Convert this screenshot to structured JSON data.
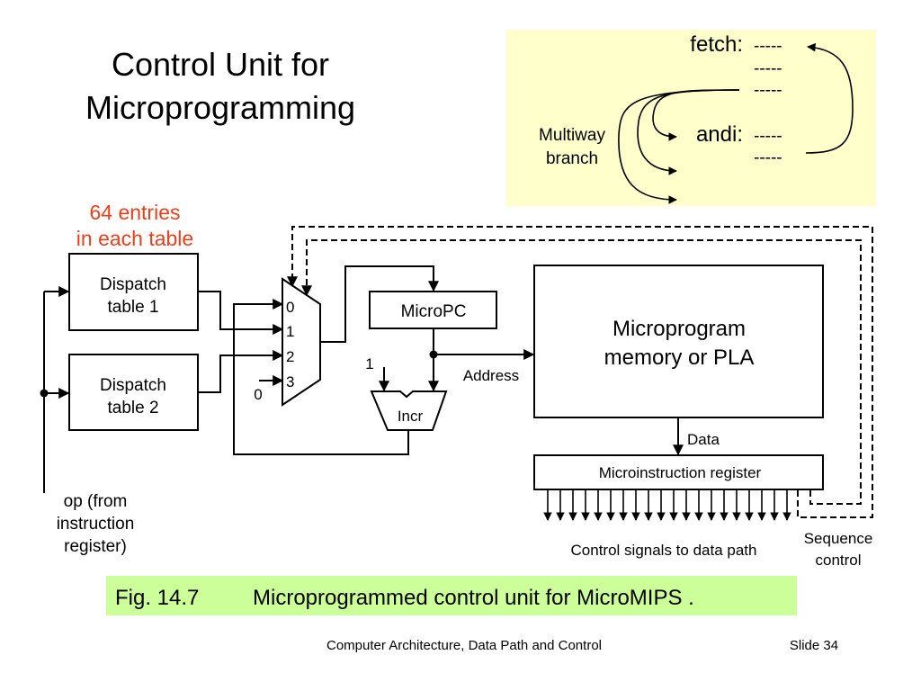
{
  "slide": {
    "title_line1": "Control Unit for",
    "title_line2": "Microprogramming",
    "colors": {
      "note_bg": "#ffffcc",
      "caption_bg": "#ccff99",
      "annotation_red": "#e8401c"
    }
  },
  "inset": {
    "fetch_label": "fetch:",
    "andi_label": "andi:",
    "dashes": [
      "-----",
      "-----",
      "-----",
      "-----",
      "-----"
    ],
    "multiway_line1": "Multiway",
    "multiway_line2": "branch"
  },
  "diagram": {
    "annotation_line1": "64 entries",
    "annotation_line2": "in each table",
    "dispatch1_line1": "Dispatch",
    "dispatch1_line2": "table 1",
    "dispatch2_line1": "Dispatch",
    "dispatch2_line2": "table 2",
    "mux_inputs": [
      "0",
      "1",
      "2",
      "3"
    ],
    "const_zero": "0",
    "const_one": "1",
    "micropc": "MicroPC",
    "incr": "Incr",
    "address": "Address",
    "memory_line1": "Microprogram",
    "memory_line2": "memory or PLA",
    "data": "Data",
    "mir": "Microinstruction register",
    "control_signals": "Control signals to data path",
    "sequence_line1": "Sequence",
    "sequence_line2": "control",
    "op_line1": "op (from",
    "op_line2": "instruction",
    "op_line3": "register)"
  },
  "caption": {
    "fig": "Fig. 14.7",
    "text": "Microprogrammed control unit for MicroMIPS ."
  },
  "footer": {
    "course": "Computer Architecture, Data Path and Control",
    "slide": "Slide 34"
  }
}
